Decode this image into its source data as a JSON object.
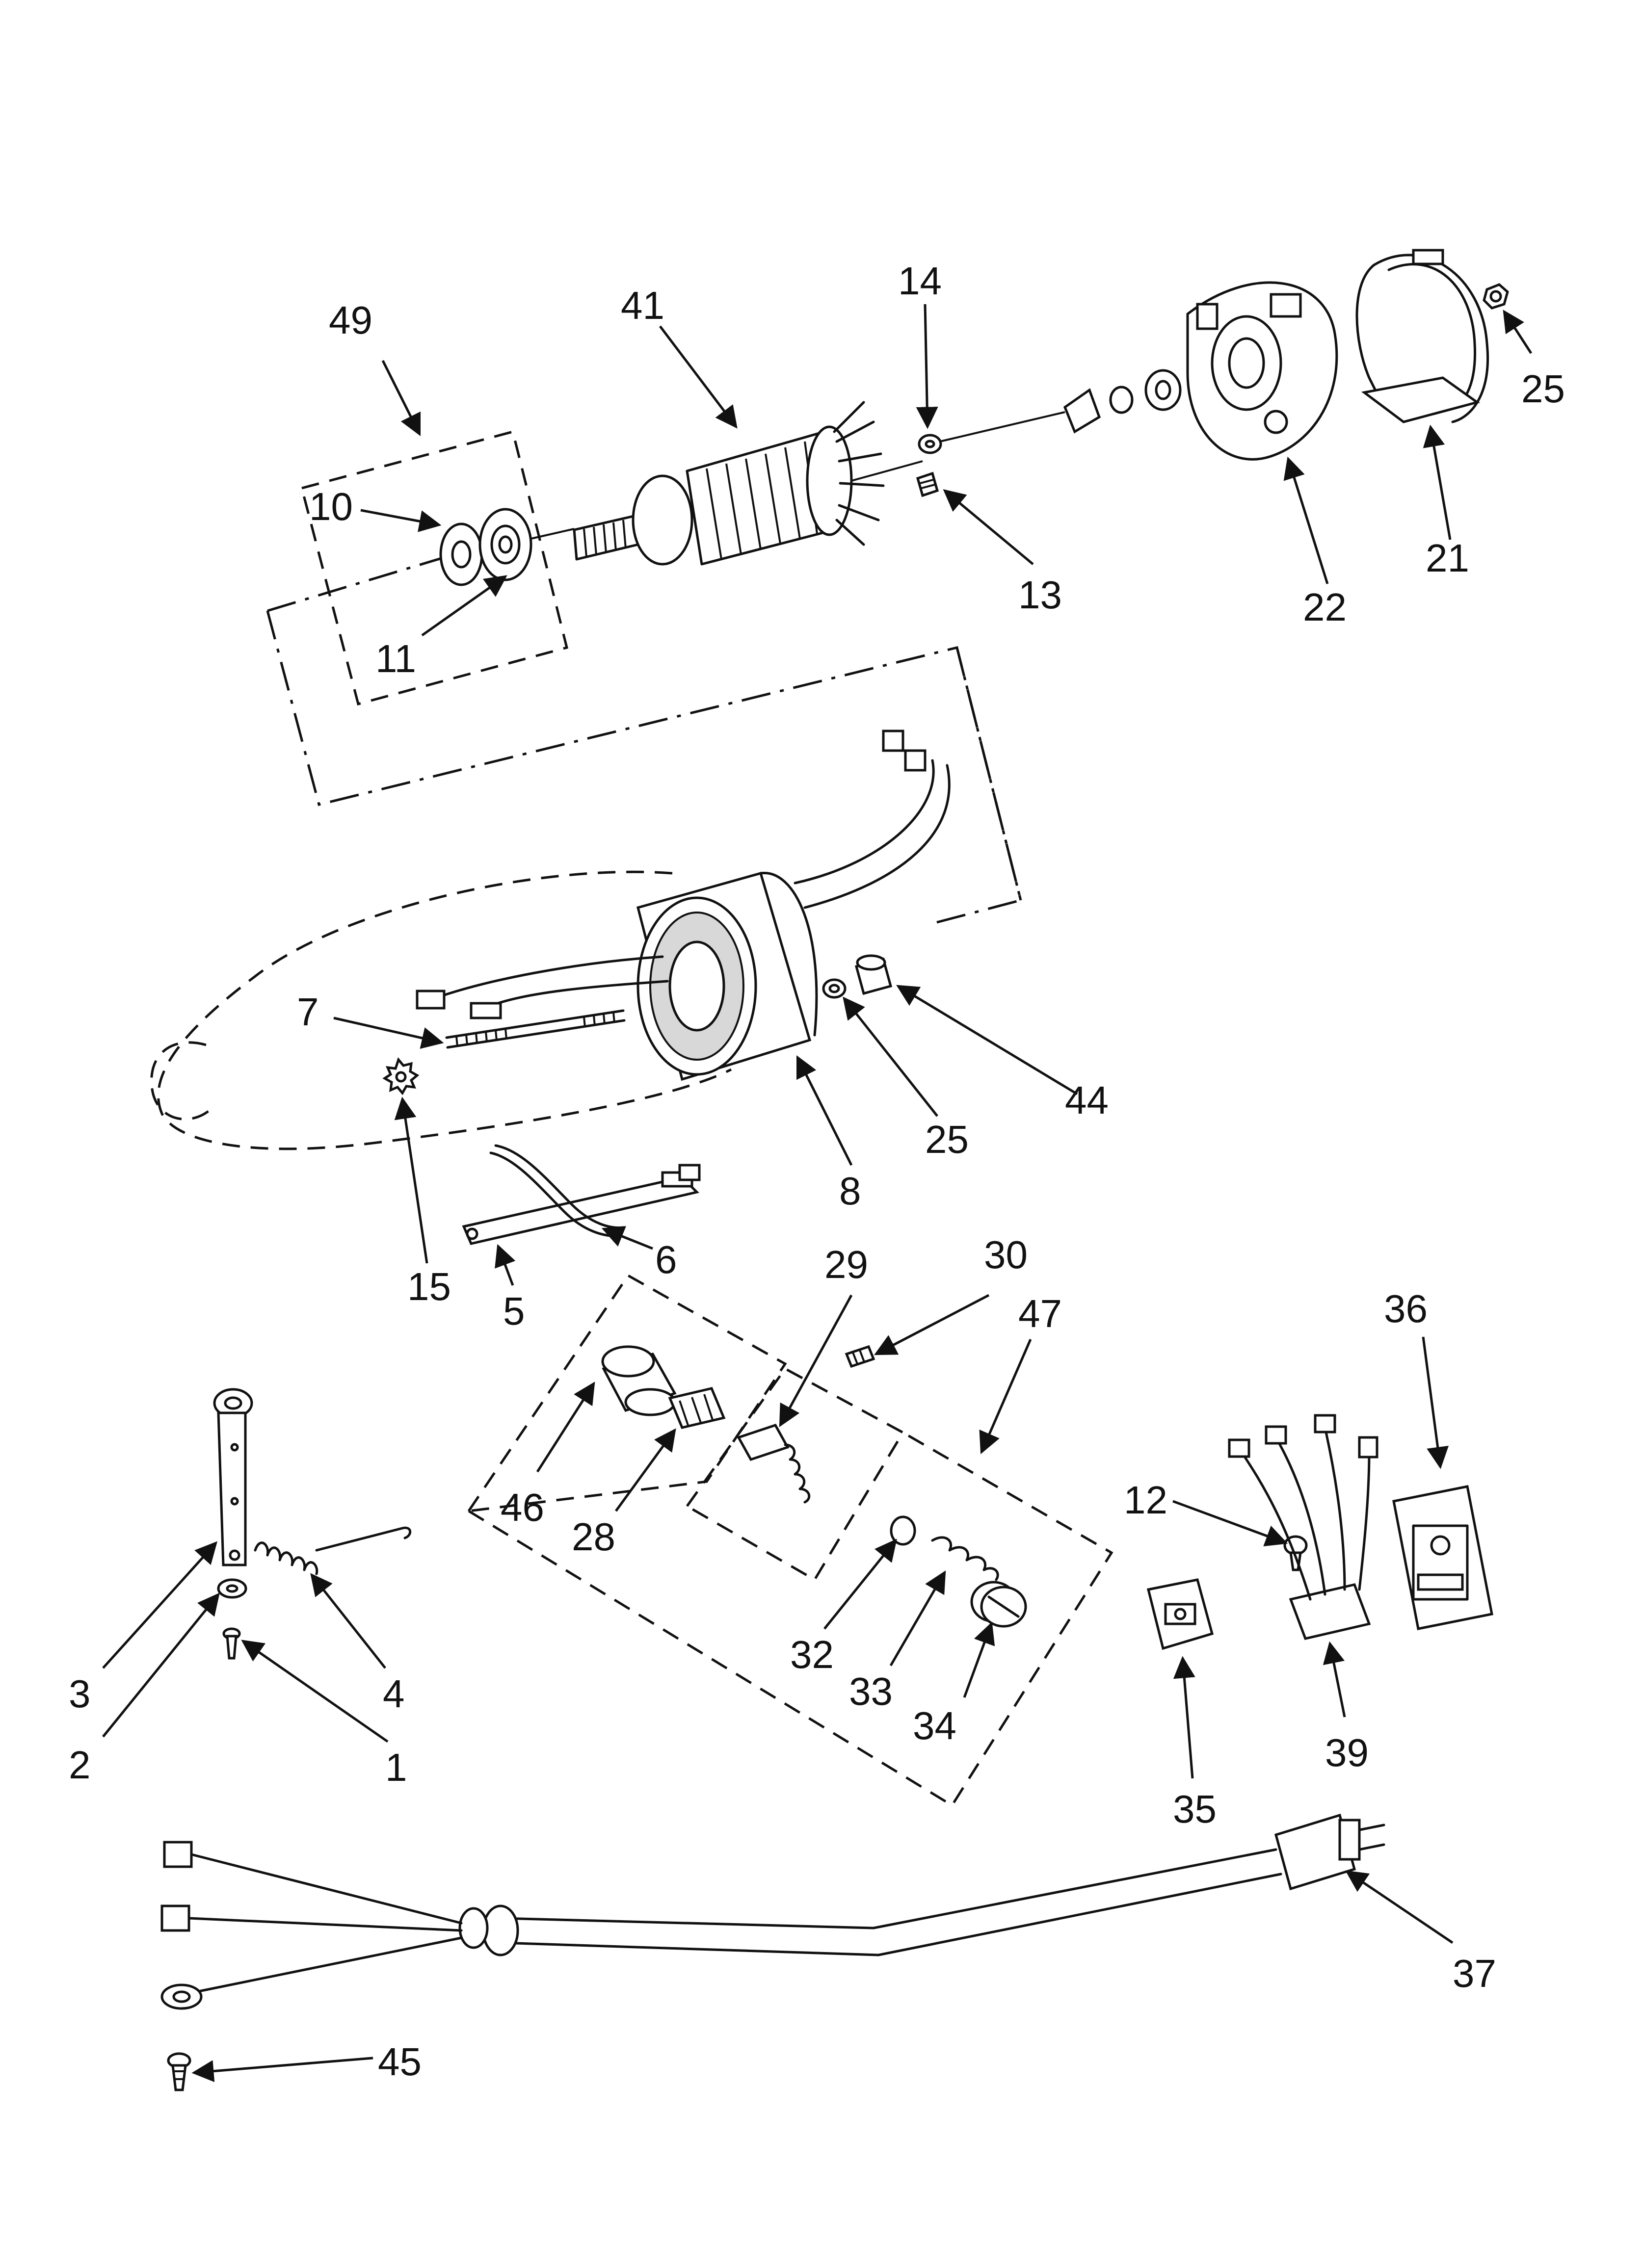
{
  "diagram": {
    "part_labels": [
      {
        "id": "49",
        "text": "49"
      },
      {
        "id": "41",
        "text": "41"
      },
      {
        "id": "14",
        "text": "14"
      },
      {
        "id": "25a",
        "text": "25"
      },
      {
        "id": "10",
        "text": "10"
      },
      {
        "id": "13",
        "text": "13"
      },
      {
        "id": "11",
        "text": "11"
      },
      {
        "id": "22",
        "text": "22"
      },
      {
        "id": "21",
        "text": "21"
      },
      {
        "id": "7",
        "text": "7"
      },
      {
        "id": "44",
        "text": "44"
      },
      {
        "id": "25b",
        "text": "25"
      },
      {
        "id": "8",
        "text": "8"
      },
      {
        "id": "15",
        "text": "15"
      },
      {
        "id": "6",
        "text": "6"
      },
      {
        "id": "5",
        "text": "5"
      },
      {
        "id": "29",
        "text": "29"
      },
      {
        "id": "30",
        "text": "30"
      },
      {
        "id": "47",
        "text": "47"
      },
      {
        "id": "36",
        "text": "36"
      },
      {
        "id": "46",
        "text": "46"
      },
      {
        "id": "28",
        "text": "28"
      },
      {
        "id": "12",
        "text": "12"
      },
      {
        "id": "3",
        "text": "3"
      },
      {
        "id": "4",
        "text": "4"
      },
      {
        "id": "2",
        "text": "2"
      },
      {
        "id": "1",
        "text": "1"
      },
      {
        "id": "32",
        "text": "32"
      },
      {
        "id": "33",
        "text": "33"
      },
      {
        "id": "34",
        "text": "34"
      },
      {
        "id": "35",
        "text": "35"
      },
      {
        "id": "39",
        "text": "39"
      },
      {
        "id": "37",
        "text": "37"
      },
      {
        "id": "45",
        "text": "45"
      }
    ]
  }
}
